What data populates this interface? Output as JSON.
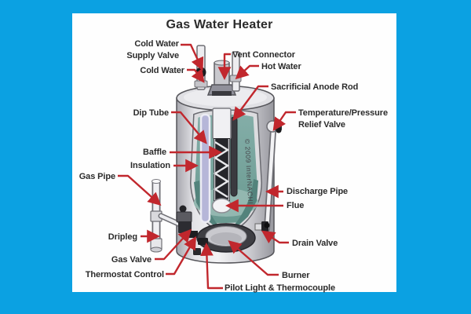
{
  "title": "Gas Water Heater",
  "copyright": "© 2009 InterNACHI",
  "colors": {
    "background": "#0ba1e2",
    "panel": "#fefefe",
    "accent_line": "#c1272d",
    "label_text": "#2b2b2b",
    "insulation_teal": "#74a29d",
    "tank_grey": "#d9d9dc",
    "dip_tube_lavender": "#b6b6d8"
  },
  "labels": {
    "cold_water_supply_valve": "Cold Water Supply Valve",
    "vent_connector": "Vent Connector",
    "cold_water": "Cold Water",
    "hot_water": "Hot Water",
    "sacrificial_anode_rod": "Sacrificial Anode Rod",
    "dip_tube": "Dip Tube",
    "temp_pressure_relief_valve": "Temperature/Pressure Relief Valve",
    "baffle": "Baffle",
    "insulation": "Insulation",
    "gas_pipe": "Gas Pipe",
    "discharge_pipe": "Discharge Pipe",
    "flue": "Flue",
    "dripleg": "Dripleg",
    "drain_valve": "Drain Valve",
    "gas_valve": "Gas Valve",
    "thermostat_control": "Thermostat Control",
    "burner": "Burner",
    "pilot_light_thermocouple": "Pilot Light & Thermocouple"
  }
}
